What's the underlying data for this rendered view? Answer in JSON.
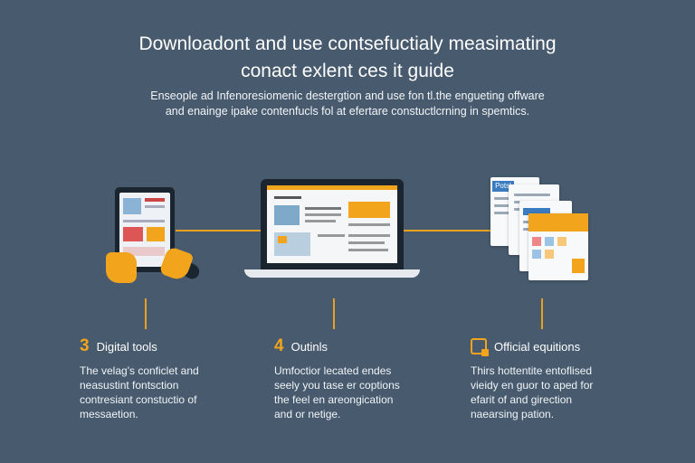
{
  "header": {
    "title_line1": "Downloadont and use contsefuctialy measimating",
    "title_line2": "conact exlent ces it guide",
    "subtitle_line1": "Enseople ad Infenoresiomenic destergtion and use fon tl.the engueting offware",
    "subtitle_line2": "and enainge ipake contenfucls fol at efertare constuctlcrning in spemtics."
  },
  "illustrations": {
    "tablet": {
      "icon": "tablet-with-hand-icon"
    },
    "laptop": {
      "icon": "laptop-icon"
    },
    "documents": {
      "icon": "document-stack-icon",
      "tag_label": "Potsl"
    }
  },
  "columns": [
    {
      "number": "3",
      "title": "Digital tools",
      "body_lines": [
        "The velag's conficlet and",
        "neasustint fontsction",
        "contresiant constuctio of",
        "messaetion."
      ]
    },
    {
      "number": "4",
      "title": "Outinls",
      "body_lines": [
        "Umfoctior lecated endes",
        "seely you tase er coptions",
        "the feel en areongication",
        "and or netige."
      ]
    },
    {
      "icon": "document-check-icon",
      "title": "Official equitions",
      "body_lines": [
        "Thirs hottentite entoflised",
        "vieidy en guor to aped for",
        "efarit of and girection",
        "naearsing pation."
      ]
    }
  ],
  "colors": {
    "background": "#475a6e",
    "accent": "#f2a41c",
    "device_dark": "#1b2530",
    "text": "#ffffff"
  }
}
